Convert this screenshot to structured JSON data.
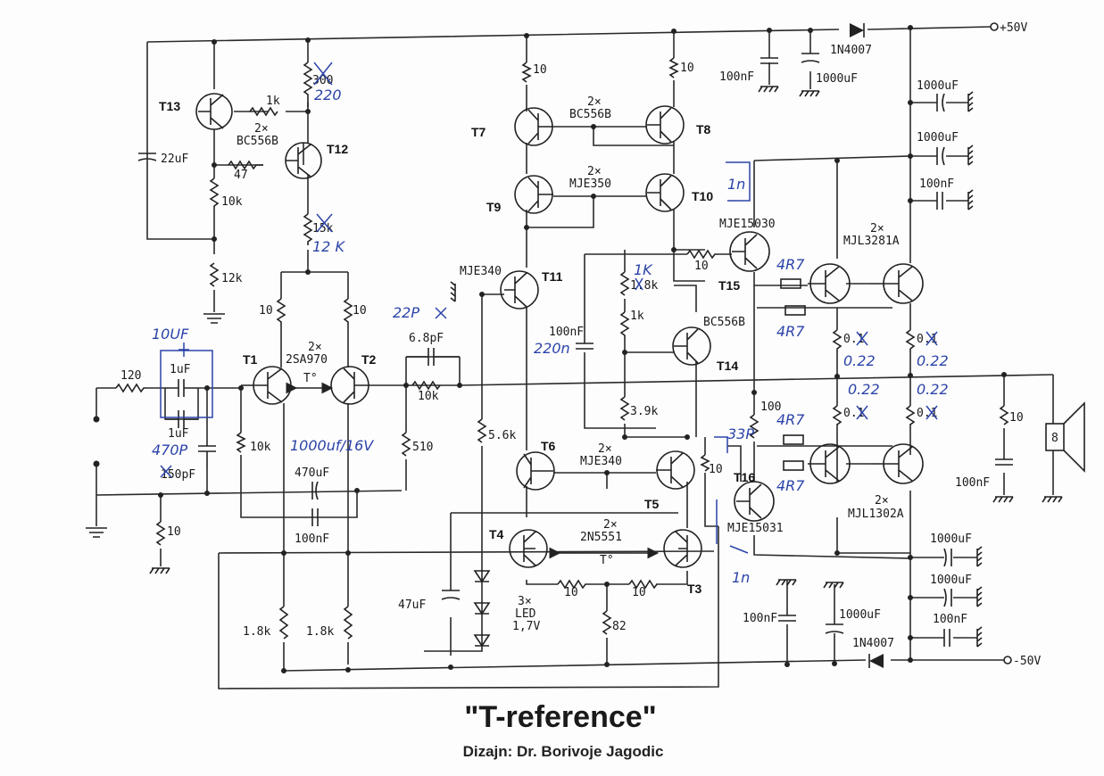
{
  "title": "\"T-reference\"",
  "subtitle": "Dizajn: Dr. Borivoje Jagodic",
  "rails": {
    "pos": "+50V",
    "neg": "-50V"
  },
  "transistors": {
    "T1": "T1",
    "T2": "T2",
    "T3": "T3",
    "T4": "T4",
    "T5": "T5",
    "T6": "T6",
    "T7": "T7",
    "T8": "T8",
    "T9": "T9",
    "T10": "T10",
    "T11": "T11",
    "T12": "T12",
    "T13": "T13",
    "T14": "T14",
    "T15": "T15",
    "T16": "T16"
  },
  "parts": {
    "bc556b_a_qty": "2×",
    "bc556b_a": "BC556B",
    "bc556b_b_qty": "2×",
    "bc556b_b": "BC556B",
    "mje350_qty": "2×",
    "mje350": "MJE350",
    "mje340_t11": "MJE340",
    "mje340_qty": "2×",
    "mje340": "MJE340",
    "sa970_qty": "2×",
    "sa970": "2SA970",
    "n5551_qty": "2×",
    "n5551": "2N5551",
    "mje15030": "MJE15030",
    "mje15031": "MJE15031",
    "mjl3281_qty": "2×",
    "mjl3281": "MJL3281A",
    "mjl1302_qty": "2×",
    "mjl1302": "MJL1302A",
    "bc556b_t14": "BC556B",
    "diode_top": "1N4007",
    "diode_bot": "1N4007",
    "led_qty": "3×",
    "led": "LED",
    "led_v": "1,7V",
    "thermal_a": "T°",
    "thermal_b": "T°",
    "speaker": "8"
  },
  "values": {
    "r_300": "300",
    "r_1k_t13": "1k",
    "r_47": "47",
    "r_10k_a": "10k",
    "r_15k": "15k",
    "r_12k": "12k",
    "r_10_a": "10",
    "r_10_b": "10",
    "r_120": "120",
    "r_10k_fb": "10k",
    "r_10k_b": "10k",
    "r_510": "510",
    "r_10_gnd": "10",
    "r_1_8k_a": "1.8k",
    "r_1_8k_b": "1.8k",
    "r_10_t7": "10",
    "r_10_t8": "10",
    "r_5_6k": "5.6k",
    "r_10_t10": "10",
    "r_1_8k_t14": "1.8k",
    "r_1k_trim": "1k",
    "r_3_9k": "3.9k",
    "r_10_t16": "10",
    "r_100": "100",
    "r_10_t4": "10",
    "r_10_t3": "10",
    "r_82": "82",
    "r_01_a": "0.1",
    "r_01_b": "0.1",
    "r_01_c": "0.1",
    "r_01_d": "0.1",
    "r_10_zobel": "10",
    "c_22uf": "22uF",
    "c_1uf_a": "1uF",
    "c_1uf_b": "1uF",
    "c_150pf": "150pF",
    "c_6_8pf": "6.8pF",
    "c_470uf": "470uF",
    "c_100nf_fb": "100nF",
    "c_100nf_bias": "100nF",
    "c_47uf": "47uF",
    "c_100nf_top": "100nF",
    "c_1000uf_top": "1000uF",
    "c_1000uf_r1": "1000uF",
    "c_1000uf_r2": "1000uF",
    "c_100nf_r3": "100nF",
    "c_1000uf_b1": "1000uF",
    "c_1000uf_b2": "1000uF",
    "c_100nf_b3": "100nF",
    "c_100nf_bot": "100nF",
    "c_1000uf_bot": "1000uF",
    "c_100nf_zobel": "100nF"
  },
  "annotations": {
    "a220": "220",
    "a12k": "12 K",
    "a10uf": "10UF",
    "a470p": "470P",
    "a22p": "22P",
    "a1000uf16v": "1000uf/16V",
    "a220n": "220n",
    "a1k": "1K",
    "a1n_top": "1n",
    "a1n_bot": "1n",
    "a33p": "33P",
    "a4r7_a": "4R7",
    "a4r7_b": "4R7",
    "a4r7_c": "4R7",
    "a4r7_d": "4R7",
    "a022_a": "0.22",
    "a022_b": "0.22",
    "a022_c": "0.22",
    "a022_d": "0.22"
  }
}
